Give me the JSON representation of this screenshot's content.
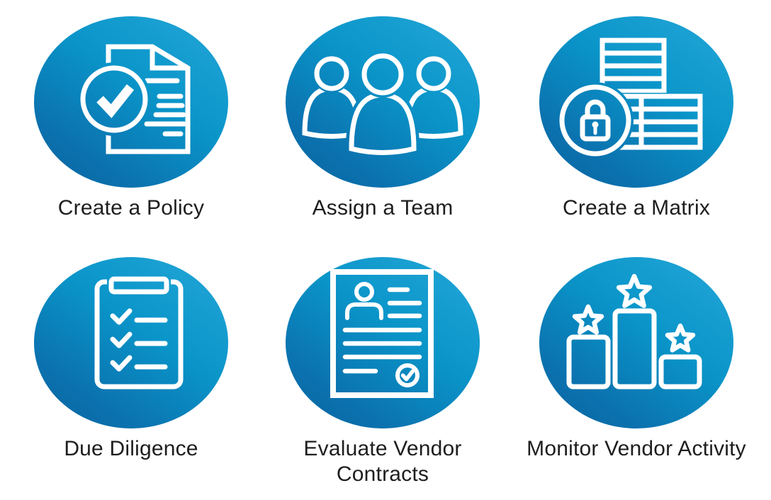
{
  "steps": [
    {
      "label": "Create a Policy",
      "icon": "policy-document-check-icon"
    },
    {
      "label": "Assign a Team",
      "icon": "team-people-icon"
    },
    {
      "label": "Create a Matrix",
      "icon": "matrix-table-lock-icon"
    },
    {
      "label": "Due Diligence",
      "icon": "checklist-clipboard-icon"
    },
    {
      "label": "Evaluate Vendor Contracts",
      "icon": "contract-person-check-icon"
    },
    {
      "label": "Monitor Vendor Activity",
      "icon": "bar-chart-stars-icon"
    }
  ],
  "colors": {
    "circle_gradient_light": "#25a7d8",
    "circle_gradient_dark": "#08649f",
    "icon_stroke": "#ffffff",
    "label_text": "#1e1e1e",
    "background": "#ffffff"
  }
}
